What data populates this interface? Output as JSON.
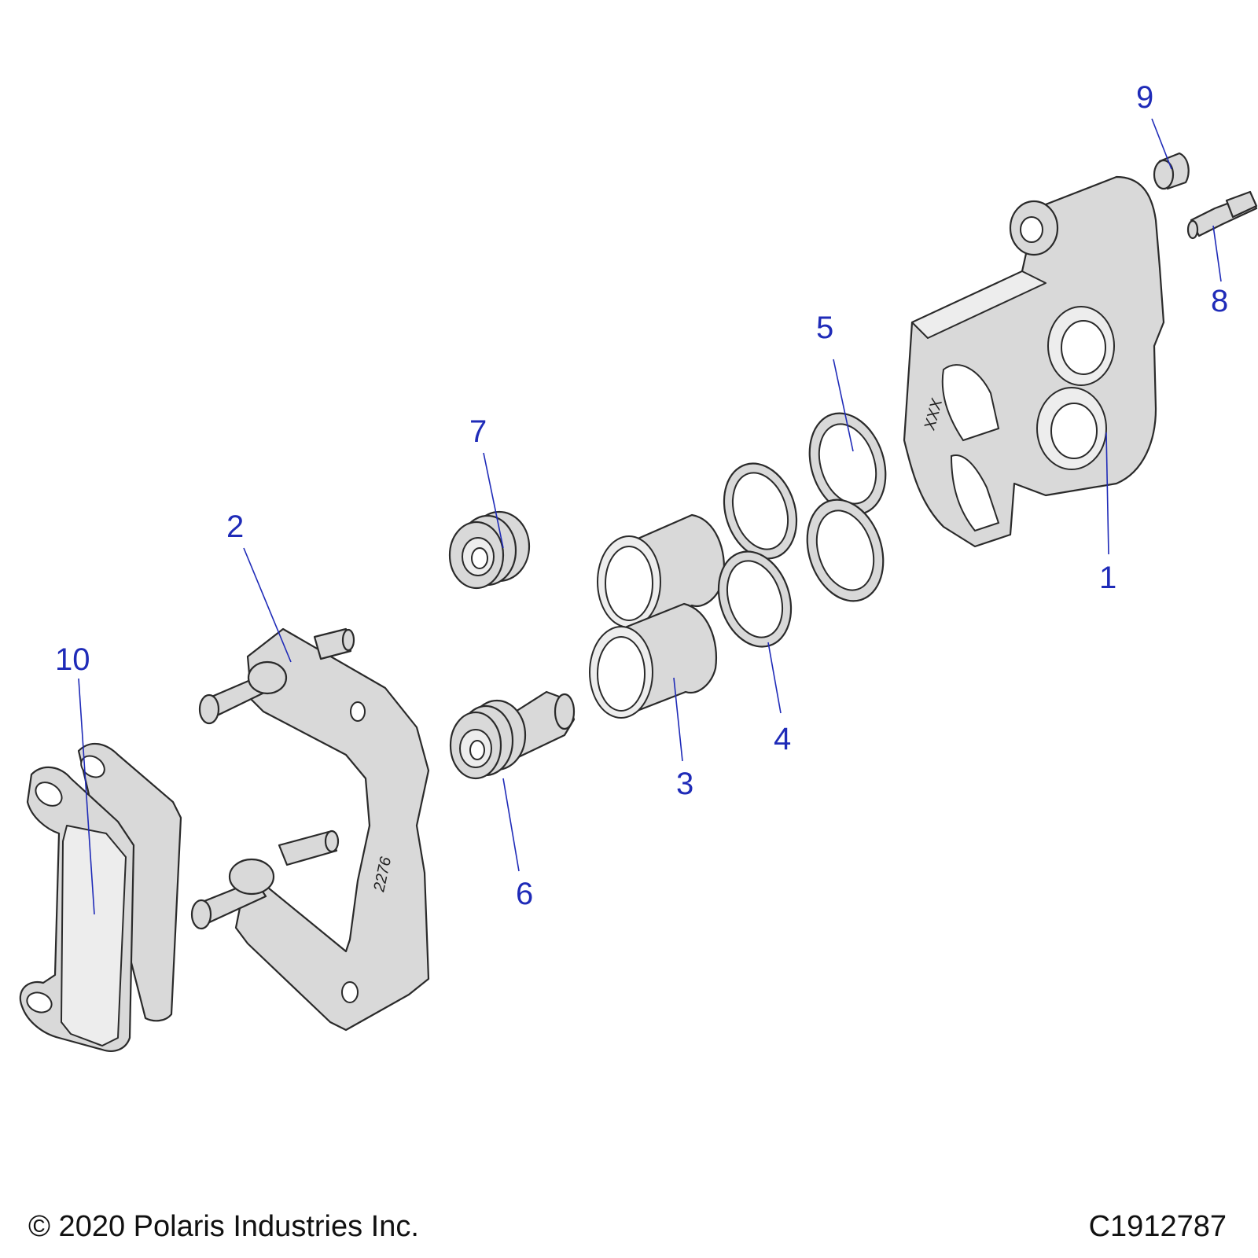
{
  "callouts": [
    "1",
    "2",
    "3",
    "4",
    "5",
    "6",
    "7",
    "8",
    "9",
    "10"
  ],
  "stamps": {
    "bracket": "2276",
    "caliper": "XXX"
  },
  "footer": {
    "copyright": "© 2020 Polaris Industries Inc.",
    "figure_id": "C1912787"
  },
  "colors": {
    "callout": "#1f2bb8",
    "part_fill": "#d9d9d9",
    "outline": "#2a2a2a"
  }
}
